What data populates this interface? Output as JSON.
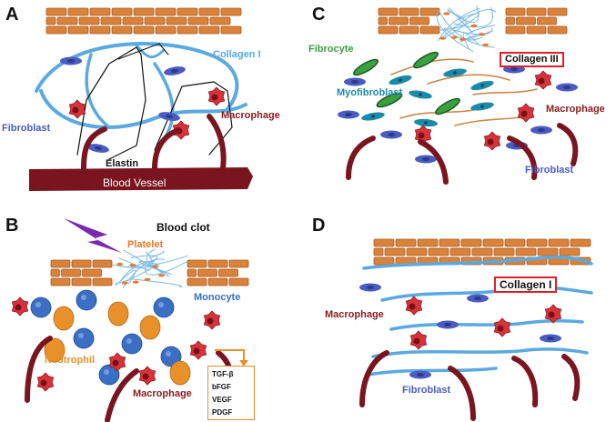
{
  "panels": {
    "A": {
      "letter": "A",
      "collagen": "Collagen I",
      "fibroblast": "Fibroblast",
      "macrophage": "Macrophage",
      "elastin": "Elastin",
      "vessel": "Blood Vessel"
    },
    "B": {
      "letter": "B",
      "clot": "Blood clot",
      "platelet": "Platelet",
      "monocyte": "Monocyte",
      "neutrophil": "Neutrophil",
      "macrophage": "Macrophage",
      "growth_factors": [
        "TGF-β",
        "bFGF",
        "VEGF",
        "PDGF"
      ]
    },
    "C": {
      "letter": "C",
      "fibrocyte": "Fibrocyte",
      "collagen": "Collagen III",
      "myofibroblast": "Myofibroblast",
      "macrophage": "Macrophage",
      "fibroblast": "Fibroblast"
    },
    "D": {
      "letter": "D",
      "collagen": "Collagen I",
      "macrophage": "Macrophage",
      "fibroblast": "Fibroblast"
    }
  },
  "colors": {
    "brick": "#d9823a",
    "collagen_blue": "#5aa9e0",
    "vessel": "#7a1520",
    "macrophage": "#d8323a",
    "fibroblast": "#4a5cc0",
    "monocyte": "#3a6fc4",
    "neutrophil": "#e8902a",
    "fibrocyte": "#3aa040",
    "myofibroblast": "#1a8aa8",
    "platelet_label": "#e8782a",
    "lightning": "#7a2ab0",
    "text_dark": "#111111",
    "macrophage_text": "#8a1a1e",
    "fibroblast_text": "#4a5cc0"
  }
}
